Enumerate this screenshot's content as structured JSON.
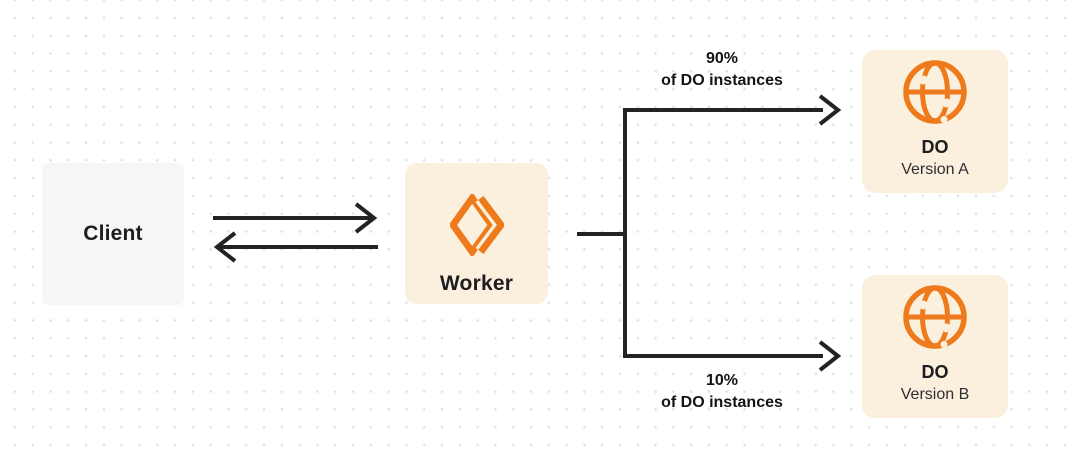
{
  "diagram": {
    "nodes": {
      "client": {
        "label": "Client"
      },
      "worker": {
        "label": "Worker",
        "icon": "workers-chevron-icon"
      },
      "do_a": {
        "title": "DO",
        "subtitle": "Version A",
        "icon": "globe-icon"
      },
      "do_b": {
        "title": "DO",
        "subtitle": "Version B",
        "icon": "globe-icon"
      }
    },
    "branches": {
      "a": {
        "percent": "90%",
        "caption": "of DO instances"
      },
      "b": {
        "percent": "10%",
        "caption": "of DO instances"
      }
    },
    "colors": {
      "accent_orange": "#EE7A1B",
      "node_cream": "#FBF0DD",
      "client_gray": "#F6F6F7",
      "line_dark": "#232323",
      "dot_gray": "#E3E3E4"
    }
  }
}
